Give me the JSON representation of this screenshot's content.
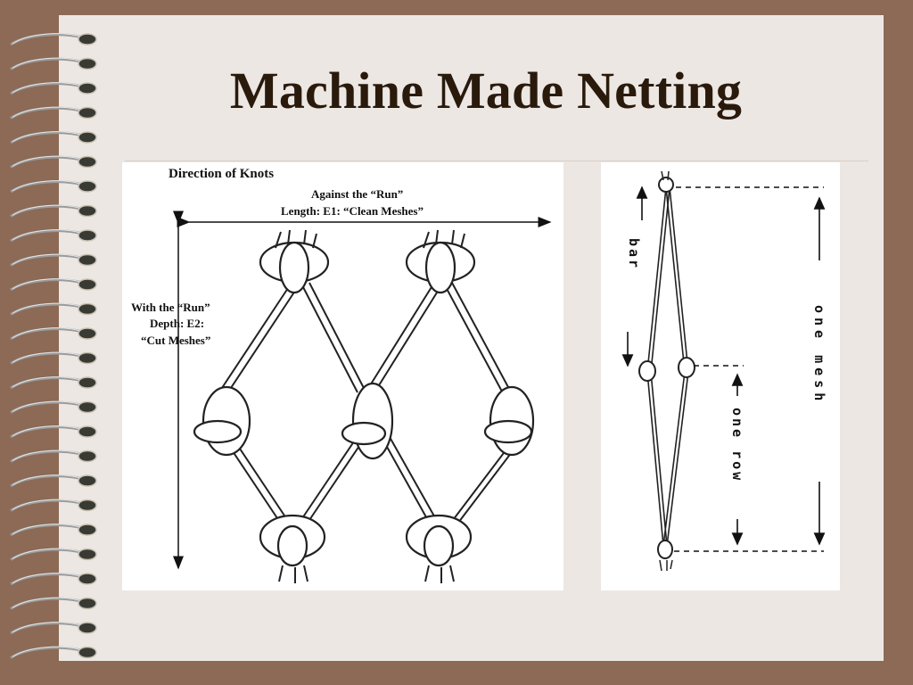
{
  "slide": {
    "title": "Machine Made Netting"
  },
  "left_diagram": {
    "heading": "Direction of Knots",
    "against_run": "Against the “Run”",
    "length_label": "Length: E1: “Clean Meshes”",
    "with_run": "With the “Run”",
    "depth_label": "Depth: E2:",
    "cut_meshes": "“Cut Meshes”"
  },
  "right_diagram": {
    "bar_label": "bar",
    "one_mesh_label": "one mesh",
    "one_row_label": "one row"
  },
  "colors": {
    "background": "#8c6a55",
    "page": "#ece7e3",
    "title": "#2a1a0c"
  }
}
